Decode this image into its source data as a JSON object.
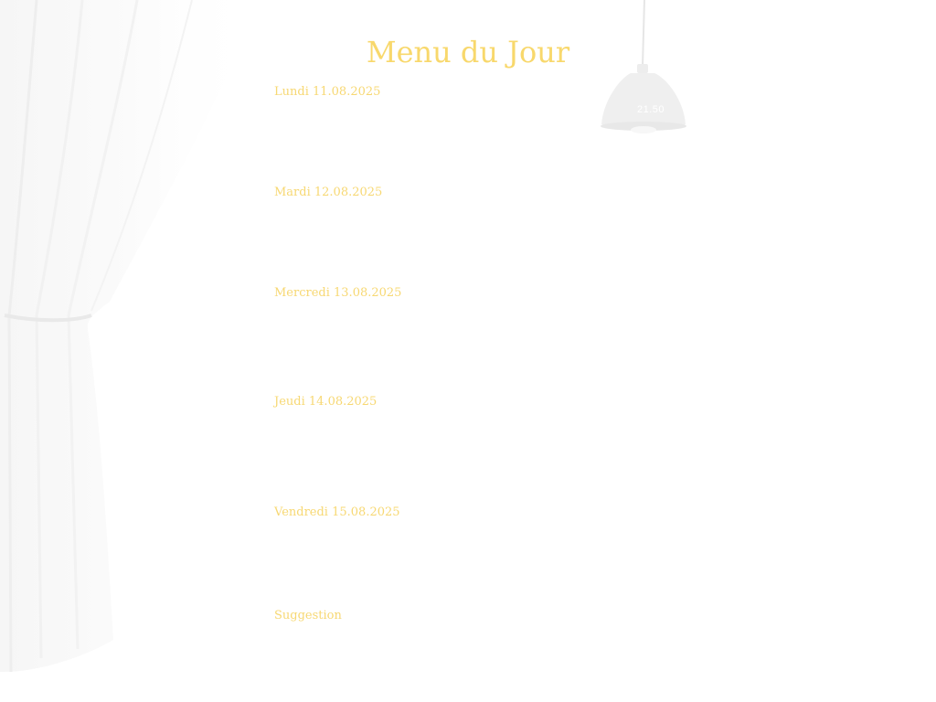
{
  "header": {
    "title": "Menu du Jour"
  },
  "lamp": {
    "price": "21.50"
  },
  "days": [
    {
      "label": "Lundi 11.08.2025"
    },
    {
      "label": "Mardi 12.08.2025"
    },
    {
      "label": "Mercredi 13.08.2025"
    },
    {
      "label": "Jeudi 14.08.2025"
    },
    {
      "label": "Vendredi 15.08.2025"
    },
    {
      "label": "Suggestion"
    }
  ],
  "colors": {
    "accent": "#f8d86c",
    "background": "#ffffff",
    "curtain": "#f3f3f3"
  }
}
